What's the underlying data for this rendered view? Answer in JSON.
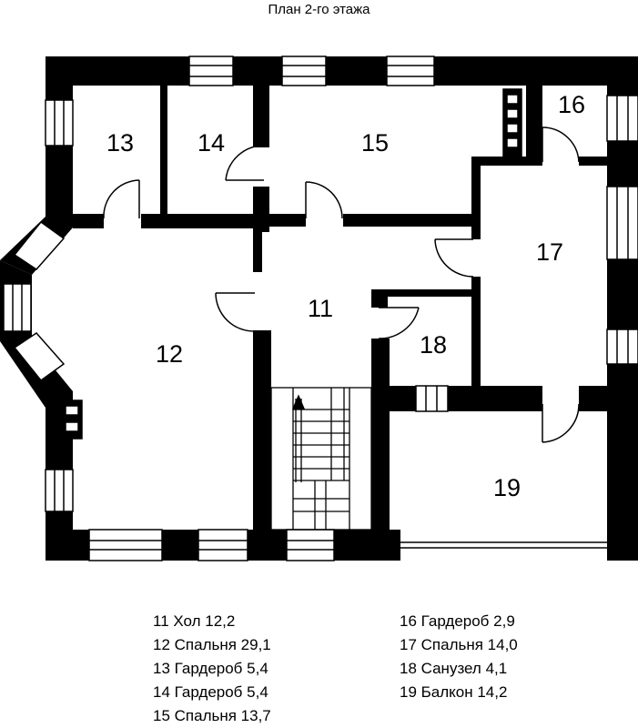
{
  "title": "План 2-го этажа",
  "rooms": [
    {
      "number": "11",
      "name": "Хол",
      "area": "12,2"
    },
    {
      "number": "12",
      "name": "Спальня",
      "area": "29,1"
    },
    {
      "number": "13",
      "name": "Гардероб",
      "area": "5,4"
    },
    {
      "number": "14",
      "name": "Гардероб",
      "area": "5,4"
    },
    {
      "number": "15",
      "name": "Спальня",
      "area": "13,7"
    },
    {
      "number": "16",
      "name": "Гардероб",
      "area": "2,9"
    },
    {
      "number": "17",
      "name": "Спальня",
      "area": "14,0"
    },
    {
      "number": "18",
      "name": "Санузел",
      "area": "4,1"
    },
    {
      "number": "19",
      "name": "Балкон",
      "area": "14,2"
    }
  ],
  "legend_left": [
    "11 Хол 12,2",
    "12 Спальня 29,1",
    "13 Гардероб 5,4",
    "14 Гардероб 5,4",
    "15 Спальня 13,7"
  ],
  "legend_right": [
    "16 Гардероб 2,9",
    "17 Спальня 14,0",
    "18 Санузел 4,1",
    "19 Балкон 14,2"
  ]
}
